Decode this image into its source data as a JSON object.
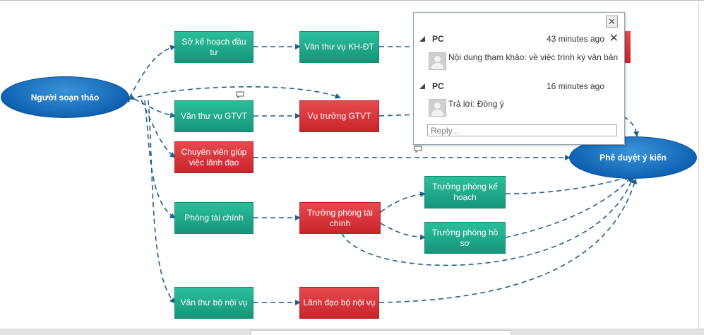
{
  "diagram": {
    "nodes": {
      "author": "Người soạn thảo",
      "approve": "Phê duyệt ý kiến",
      "planning_dept": "Sở kế hoạch đầu tư",
      "planning_clerk": "Văn thư vụ KH-ĐT",
      "transport_clerk": "Văn thư vụ GTVT",
      "transport_head": "Vụ trưởng GTVT",
      "assistant": "Chuyên viên giúp việc lãnh đạo",
      "finance_dept": "Phòng tài chính",
      "finance_head": "Trưởng phòng tài chính",
      "planning_head": "Trưởng phòng kế hoạch",
      "records_head": "Trưởng phòng hồ sơ",
      "interior_clerk": "Văn thư bộ nội vụ",
      "interior_lead": "Lãnh đạo bộ nội vụ"
    },
    "colors": {
      "green": "#1aa382",
      "red": "#d6323a",
      "ellipse": "#1672c4",
      "connector": "#1f5f8f"
    }
  },
  "comments": {
    "threads": [
      {
        "author": "PC",
        "time": "43 minutes ago",
        "text": "Nội dung tham khảo: về việc trình ký văn bản"
      },
      {
        "author": "PC",
        "time": "16 minutes ago",
        "text": "Trả lời: Đồng ý"
      }
    ],
    "reply_placeholder": "Reply...",
    "close_icon": "close-icon",
    "delete_icon": "delete-icon"
  }
}
